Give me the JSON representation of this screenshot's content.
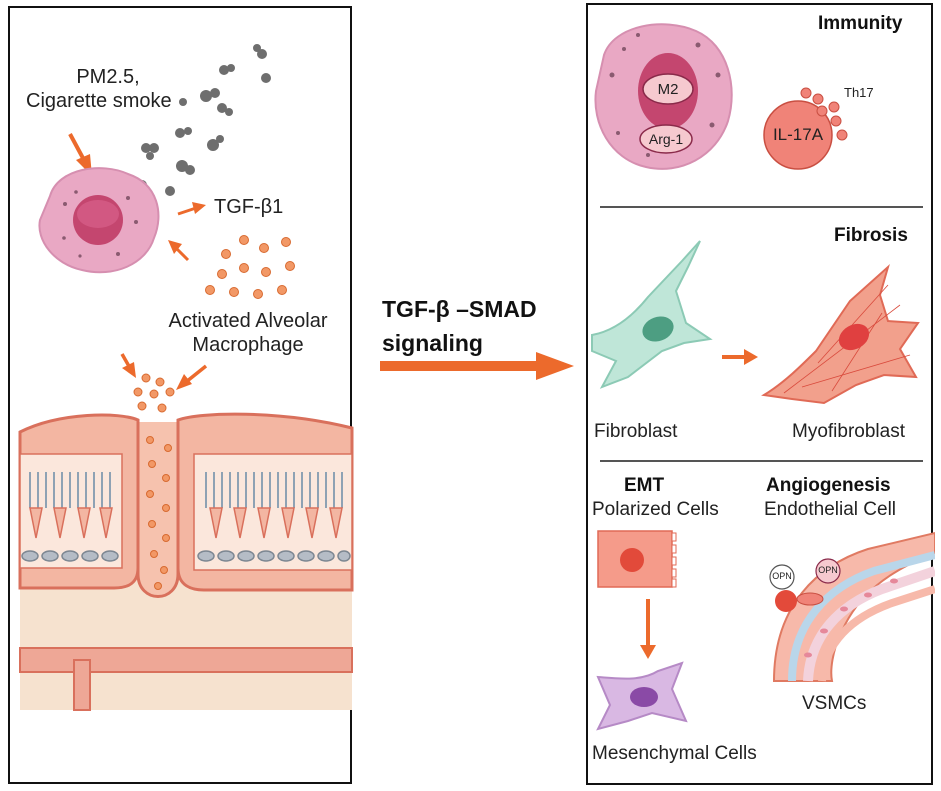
{
  "left": {
    "pm_label": "PM2.5,",
    "smoke_label": "Cigarette smoke",
    "tgf_label": "TGF-β1",
    "macrophage_line1": "Activated Alveolar",
    "macrophage_line2": "Macrophage"
  },
  "middle": {
    "signal_line1": "TGF-β –SMAD",
    "signal_line2": "signaling"
  },
  "right": {
    "immunity": {
      "title": "Immunity",
      "m2": "M2",
      "arg1": "Arg-1",
      "th17": "Th17",
      "il17a": "IL-17A"
    },
    "fibrosis": {
      "title": "Fibrosis",
      "fibroblast": "Fibroblast",
      "myofibroblast": "Myofibroblast"
    },
    "emt": {
      "title": "EMT",
      "polarized": "Polarized Cells",
      "mesenchymal": "Mesenchymal Cells"
    },
    "angiogenesis": {
      "title": "Angiogenesis",
      "endothelial": "Endothelial Cell",
      "opn1": "OPN",
      "opn2": "OPN",
      "vsmcs": "VSMCs"
    }
  },
  "colors": {
    "arrow": "#ec6a2c",
    "macrophage": "#e9a8c4",
    "nucleus": "#c4466f",
    "particle": "#6b6b6b",
    "fibroblast": "#bfe6d8",
    "myofibroblast": "#f2a08c"
  }
}
